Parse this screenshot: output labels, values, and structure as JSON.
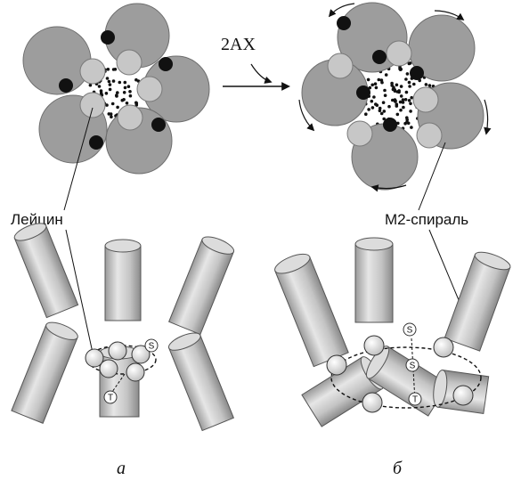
{
  "labels": {
    "transition": "2AX",
    "leucine": "Лейцин",
    "m2_helix": "М2-спираль",
    "panel_a": "а",
    "panel_b": "б"
  },
  "residue_letters": {
    "a_right": "S",
    "a_bottom": "T",
    "b_top": "S",
    "b_middle": "S",
    "b_bottom": "T"
  },
  "colors": {
    "subunit": "#9d9d9d",
    "subunit_edge": "#6e6e6e",
    "light_residue": "#c7c7c7",
    "dark_residue": "#111111",
    "cylinder": "#c9c9c9",
    "cylinder_top": "#dddddd",
    "background": "#ffffff"
  }
}
